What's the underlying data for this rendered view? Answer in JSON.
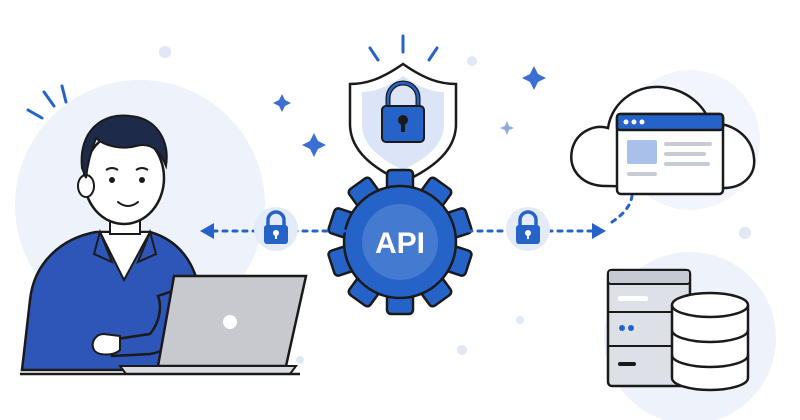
{
  "api_gear": {
    "label": "API",
    "icon": "gear-icon"
  },
  "shield": {
    "icon": "shield-lock-icon"
  },
  "connections": [
    {
      "icon": "lock-icon",
      "direction": "to-user"
    },
    {
      "icon": "lock-icon",
      "direction": "to-cloud"
    }
  ],
  "cloud": {
    "icon": "cloud-icon",
    "contains": "browser-window-icon"
  },
  "storage": {
    "icons": [
      "server-icon",
      "database-icon"
    ]
  },
  "user": {
    "icon": "person-at-laptop"
  },
  "colors": {
    "primary_blue": "#2563c9",
    "navy": "#1e3f8f",
    "light_blue_bg": "#e8eef8",
    "soft_blue": "#c9d7f1",
    "outline": "#1a1a1a",
    "grey": "#c7c9ce"
  }
}
